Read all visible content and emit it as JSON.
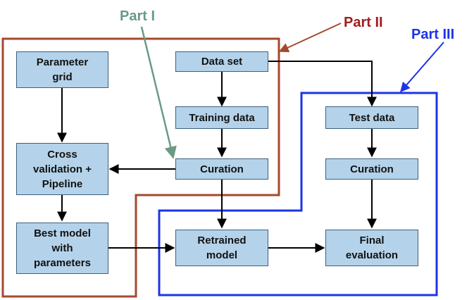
{
  "parts": [
    {
      "id": "part1",
      "label": "Part I",
      "color": "#6a9a84"
    },
    {
      "id": "part2",
      "label": "Part II",
      "color": "#a11d1d"
    },
    {
      "id": "part3",
      "label": "Part III",
      "color": "#1d33e6"
    }
  ],
  "region_colors": {
    "part2_outline": "#a4492e",
    "part3_outline": "#1d33e6",
    "part1_arrow": "#6a9a84"
  },
  "box_style": {
    "fill": "#b4d3ea",
    "border": "#3b5f7e"
  },
  "nodes": {
    "parameter_grid": "Parameter\ngrid",
    "data_set": "Data set",
    "training_data": "Training data",
    "test_data": "Test data",
    "cross_validation": "Cross\nvalidation +\nPipeline",
    "curation_train": "Curation",
    "curation_test": "Curation",
    "best_model": "Best model\nwith\nparameters",
    "retrained_model": "Retrained\nmodel",
    "final_evaluation": "Final\nevaluation"
  }
}
